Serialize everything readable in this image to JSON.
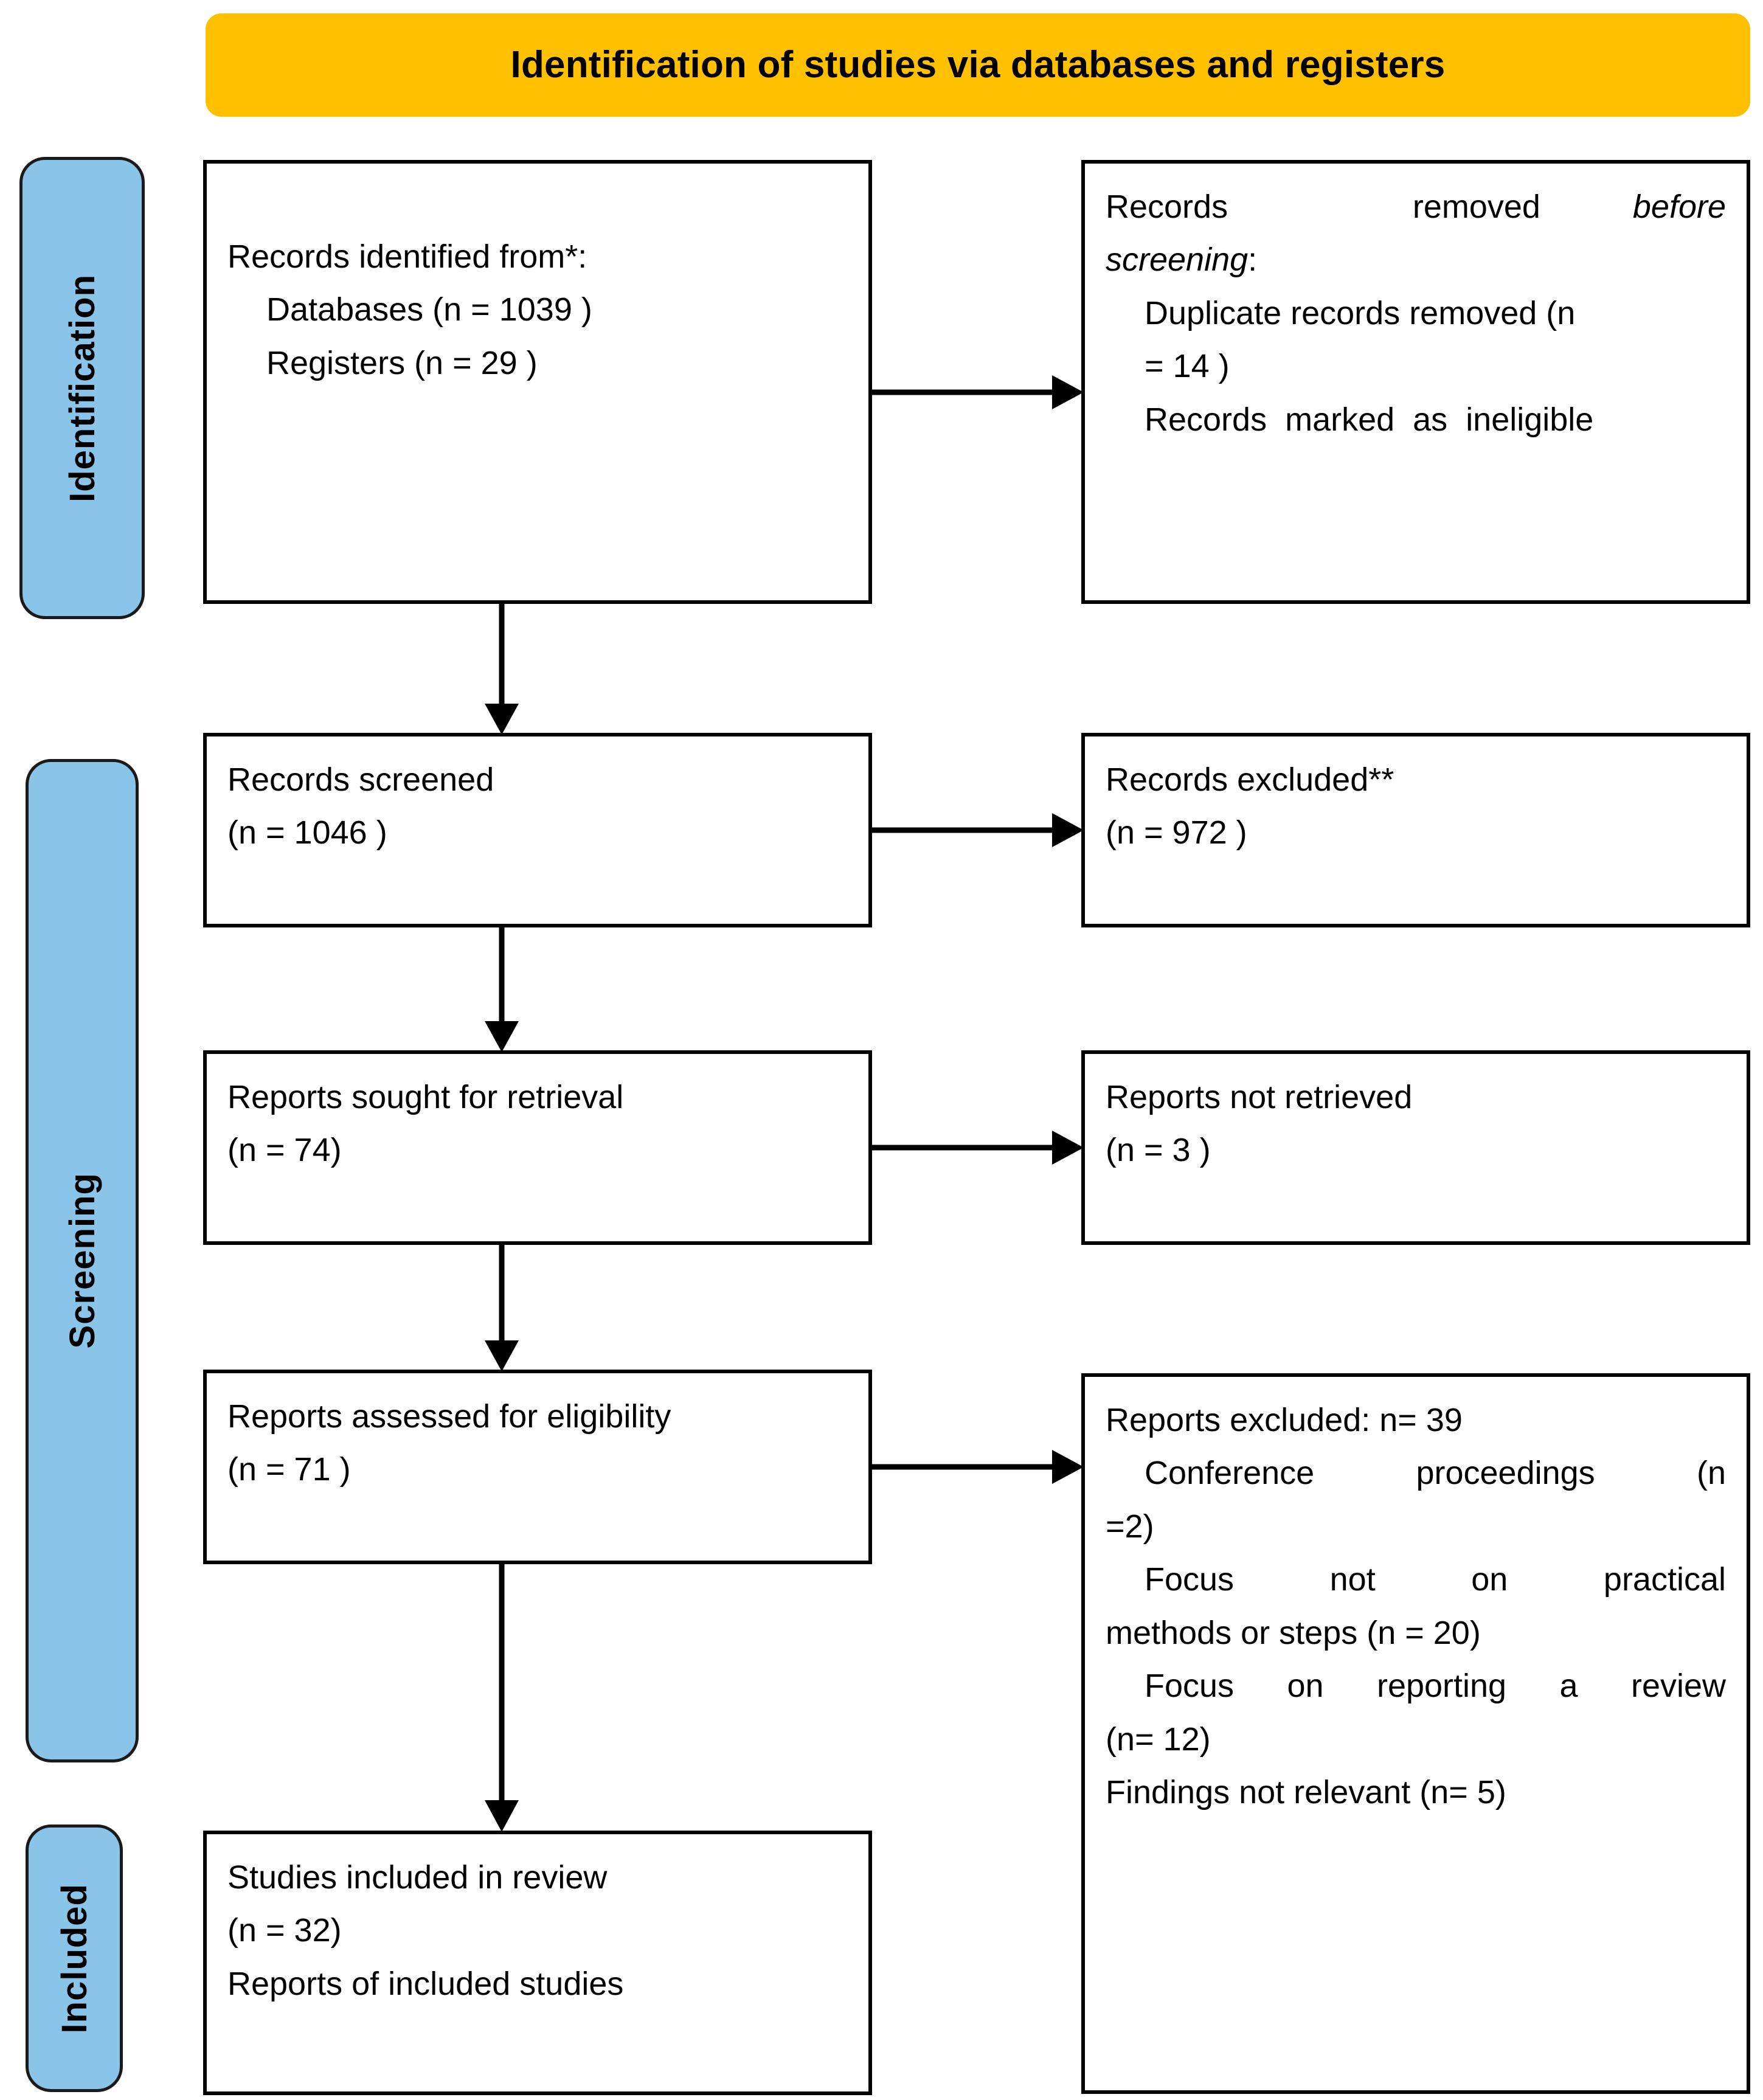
{
  "header": {
    "title": "Identification of studies via databases and registers",
    "background_color": "#FFC000"
  },
  "stages": {
    "identification": "Identification",
    "screening": "Screening",
    "included": "Included",
    "tab_color": "#8AC4E8"
  },
  "boxes": {
    "identified": {
      "name": "Records identified from*:",
      "lines": [
        "Records identified from*:",
        "Databases (n = 1039 )",
        "Registers (n = 29 )"
      ]
    },
    "removed_before_screening": {
      "lead_plain": "Records  removed ",
      "lead_italic_1": "before",
      "lead_italic_2": "screening",
      "lead_colon": ":",
      "lines": [
        "Duplicate records removed (n",
        "= 14 )",
        "Records  marked  as  ineligible"
      ]
    },
    "screened": {
      "lines": [
        "Records screened",
        "(n = 1046 )"
      ]
    },
    "records_excluded": {
      "lines": [
        "Records excluded**",
        "(n = 972 )"
      ]
    },
    "sought_for_retrieval": {
      "lines": [
        "Reports sought for retrieval",
        "(n = 74)"
      ]
    },
    "not_retrieved": {
      "lines": [
        "Reports not retrieved",
        "(n = 3 )"
      ]
    },
    "assessed_for_eligibility": {
      "lines": [
        "Reports assessed for eligibility",
        "(n = 71 )"
      ]
    },
    "reports_excluded": {
      "heading": "Reports excluded: n= 39",
      "reasons": [
        {
          "text": "Conference  proceedings  (n",
          "justify": true
        },
        {
          "text": "=2)",
          "justify": false
        },
        {
          "text": "Focus  not  on  practical",
          "justify": true
        },
        {
          "text": "methods or steps (n = 20)",
          "justify": false
        },
        {
          "text": "Focus on reporting a review",
          "justify": true
        },
        {
          "text": "(n= 12)",
          "justify": false
        },
        {
          "text": "Findings not relevant (n= 5)",
          "justify": false
        }
      ]
    },
    "studies_included": {
      "lines": [
        "Studies included in review",
        "(n = 32)",
        "Reports of included studies"
      ]
    }
  },
  "connectors": {
    "identified_to_removed": "arrow-right",
    "identified_to_screened": "arrow-down",
    "screened_to_excluded": "arrow-right",
    "screened_to_sought": "arrow-down",
    "sought_to_not_retrieved": "arrow-right",
    "sought_to_assessed": "arrow-down",
    "assessed_to_excluded": "arrow-right",
    "assessed_to_included": "arrow-down"
  }
}
